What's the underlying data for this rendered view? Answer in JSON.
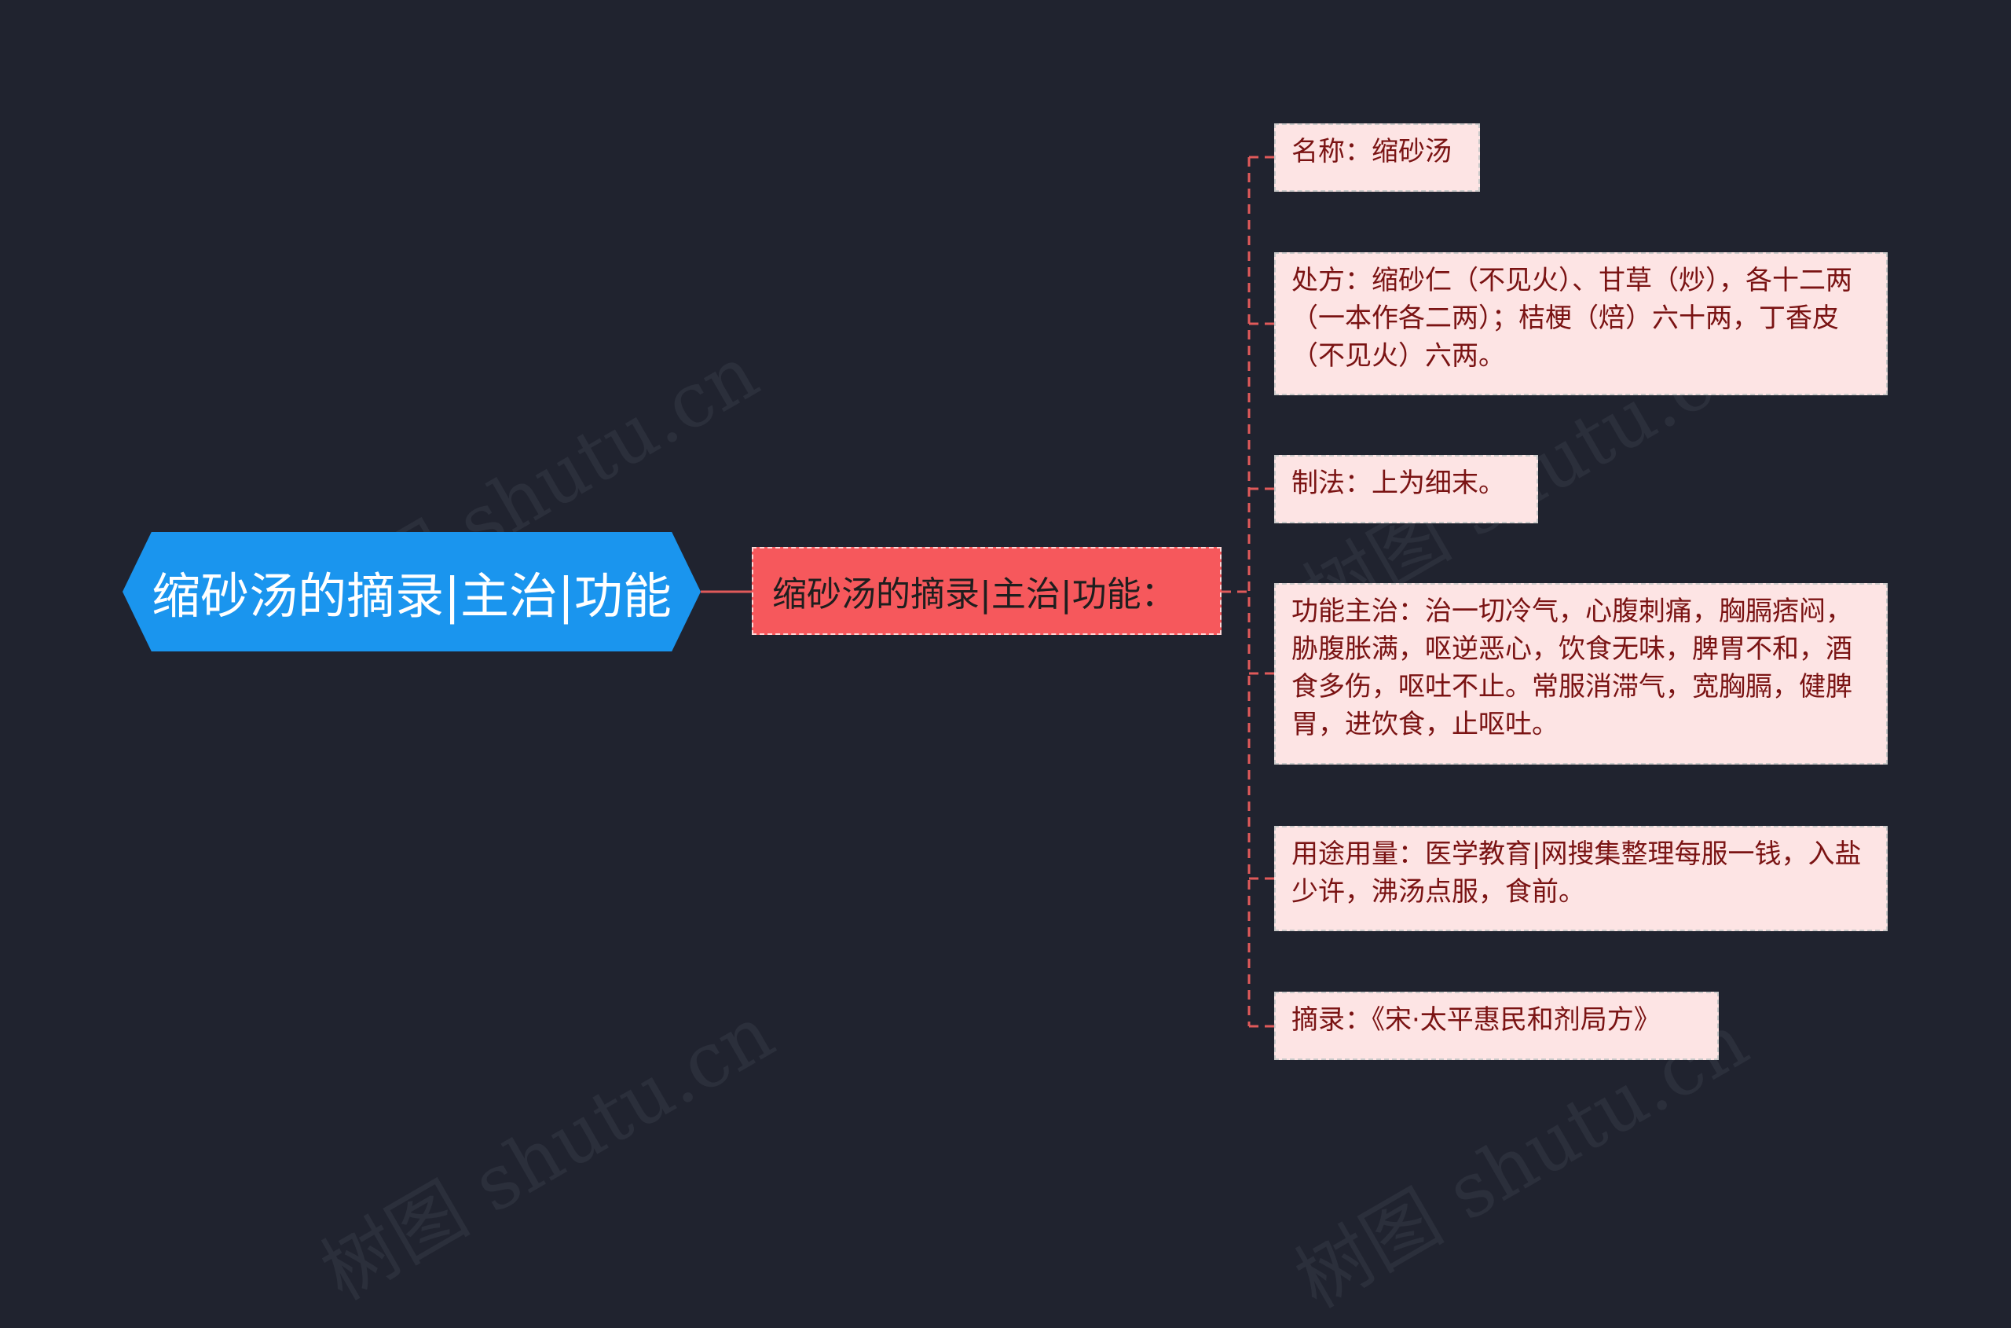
{
  "watermark_text": "树图 shutu.cn",
  "colors": {
    "background": "#20232f",
    "root_fill": "#1a95ee",
    "hub_fill": "#f6585c",
    "leaf_fill": "#fde4e4",
    "leaf_text": "#7a1313",
    "connector": "#e05a5a"
  },
  "root": {
    "label": "缩砂汤的摘录|主治|功能"
  },
  "hub": {
    "label": "缩砂汤的摘录|主治|功能："
  },
  "leaves": [
    {
      "text": "名称：缩砂汤"
    },
    {
      "text": "处方：缩砂仁（不见火）、甘草（炒），各十二两（一本作各二两）；桔梗（焙）六十两，丁香皮（不见火）六两。"
    },
    {
      "text": "制法：上为细末。"
    },
    {
      "text": "功能主治：治一切冷气，心腹刺痛，胸膈痞闷，胁腹胀满，呕逆恶心，饮食无味，脾胃不和，酒食多伤，呕吐不止。常服消滞气，宽胸膈，健脾胃，进饮食，止呕吐。"
    },
    {
      "text": "用途用量：医学教育|网搜集整理每服一钱，入盐少许，沸汤点服，食前。"
    },
    {
      "text": "摘录：《宋·太平惠民和剂局方》"
    }
  ]
}
